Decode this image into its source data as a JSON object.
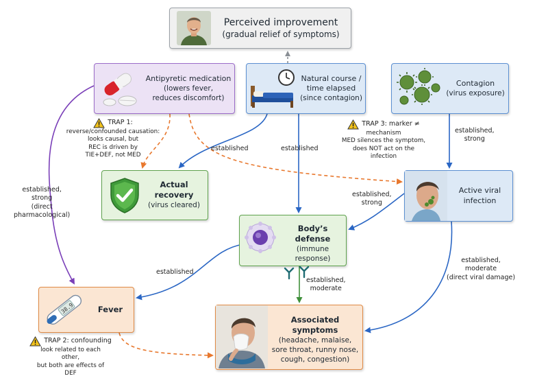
{
  "nodes": {
    "perceived": {
      "title": "Perceived improvement",
      "subtitle": "(gradual relief of symptoms)"
    },
    "antipyretic": {
      "title": "Antipyretic medication",
      "subtitle_1": "(lowers fever,",
      "subtitle_2": "reduces discomfort)"
    },
    "natural": {
      "title_1": "Natural course /",
      "title_2": "time elapsed",
      "subtitle": "(since contagion)"
    },
    "contagion": {
      "title": "Contagion",
      "subtitle": "(virus exposure)"
    },
    "recovery": {
      "title": "Actual recovery",
      "subtitle": "(virus cleared)"
    },
    "viral": {
      "title_1": "Active viral",
      "title_2": "infection"
    },
    "defense": {
      "title": "Body’s defense",
      "subtitle": "(immune response)"
    },
    "fever": {
      "title": "Fever"
    },
    "symptoms": {
      "title": "Associated symptoms",
      "lines": [
        "(headache, malaise,",
        "sore throat, runny nose,",
        "cough, congestion)"
      ]
    }
  },
  "edge_labels": {
    "natural_recovery": "established",
    "natural_defense": "established",
    "contagion_viral": [
      "established,",
      "strong"
    ],
    "antipyretic_fever": [
      "established,",
      "strong",
      "(direct",
      "pharmacological)"
    ],
    "viral_defense": [
      "established,",
      "strong"
    ],
    "defense_fever": "established",
    "defense_symptoms": [
      "established,",
      "moderate"
    ],
    "viral_symptoms": [
      "established,",
      "moderate",
      "(direct viral damage)"
    ]
  },
  "traps": {
    "trap1": {
      "head": "TRAP 1:",
      "lines": [
        "reverse/confounded causation:",
        "looks causal, but",
        "REC is driven by",
        "TIE+DEF, not MED"
      ]
    },
    "trap2": {
      "head": "TRAP 2: confounding",
      "lines": [
        "look related to each",
        "other,",
        "but both are effects of",
        "DEF"
      ]
    },
    "trap3": {
      "head": "TRAP 3: marker ≠",
      "lines": [
        "mechanism",
        "MED silences the symptom,",
        "does NOT act on the",
        "infection"
      ]
    }
  },
  "colors": {
    "purple": "#7a3fb8",
    "blue": "#2a66c4",
    "green": "#3f8f3a",
    "orange_dashed": "#e8782e",
    "gray_dashed": "#8a8f95",
    "warning": "#f2c21b"
  },
  "icons": {
    "perceived": "smiling-man-avatar",
    "antipyretic": "pills-icon",
    "natural": "bed-and-clock-icon",
    "contagion": "virus-icon",
    "recovery": "shield-check-icon",
    "viral": "sick-man-avatar",
    "defense": "immune-cell-icon",
    "fever": "thermometer-icon",
    "symptoms": "sneezing-man-avatar",
    "trap": "warning-icon"
  }
}
